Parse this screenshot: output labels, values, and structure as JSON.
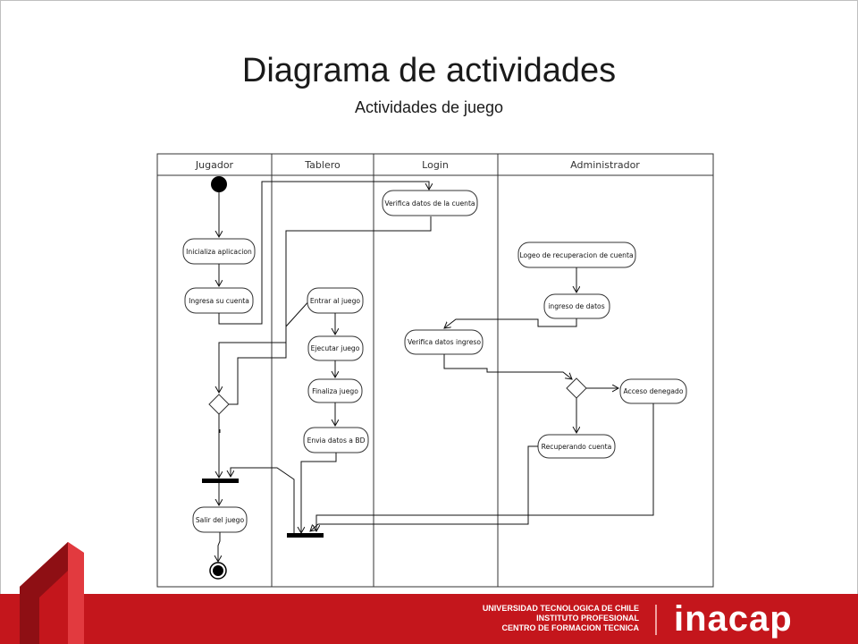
{
  "slide": {
    "title": "Diagrama de actividades",
    "subtitle": "Actividades de juego"
  },
  "lanes": [
    {
      "label": "Jugador"
    },
    {
      "label": "Tablero"
    },
    {
      "label": "Login"
    },
    {
      "label": "Administrador"
    }
  ],
  "nodes": {
    "inicializa": "Inicializa aplicacion",
    "ingresa": "Ingresa su cuenta",
    "salir": "Salir del juego",
    "entrar": "Entrar al juego",
    "ejecutar": "Ejecutar juego",
    "finaliza": "Finaliza juego",
    "envia": "Envia datos a BD",
    "verifica_cuenta": "Verifica datos de la cuenta",
    "verifica_ingreso": "Verifica datos ingreso",
    "logeo": "Logeo de recuperacion de cuenta",
    "ingreso_datos": "ingreso de datos",
    "acceso": "Acceso denegado",
    "recuperando": "Recuperando cuenta"
  },
  "footer": {
    "line1": "UNIVERSIDAD TECNOLOGICA DE CHILE",
    "line2": "INSTITUTO PROFESIONAL",
    "line3": "CENTRO DE FORMACION TECNICA",
    "brand": "inacap"
  },
  "colors": {
    "footer_red": "#c4161c",
    "logo_dark_red": "#8e0f14"
  }
}
